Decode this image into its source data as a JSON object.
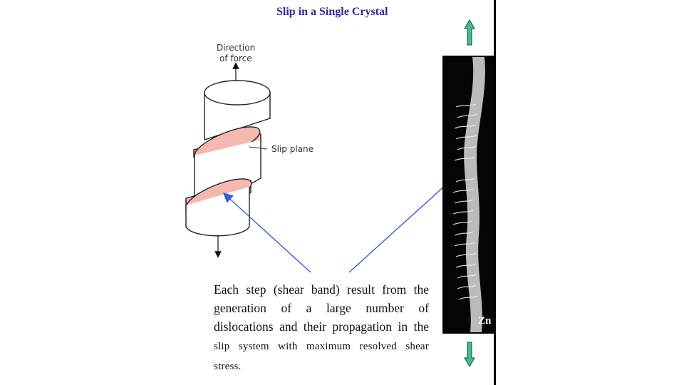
{
  "slide": {
    "title": "Slip in a Single Crystal",
    "labels": {
      "force_line1": "Direction",
      "force_line2": "of force",
      "slip_plane": "Slip plane"
    },
    "paragraph": {
      "main": "Each step (shear band) result from the generation of a large number of dislocations and their propagation in the",
      "tail": "slip system with maximum resolved shear stress."
    },
    "micrograph_label": "Zn",
    "colors": {
      "title": "#2b2b9a",
      "slip_plane_fill": "#f4b8b0",
      "arrow_blue": "#3a5bd8",
      "green_arrow": "#3fbf8a"
    },
    "icons": [
      "up-arrow-icon",
      "down-arrow-icon"
    ]
  }
}
